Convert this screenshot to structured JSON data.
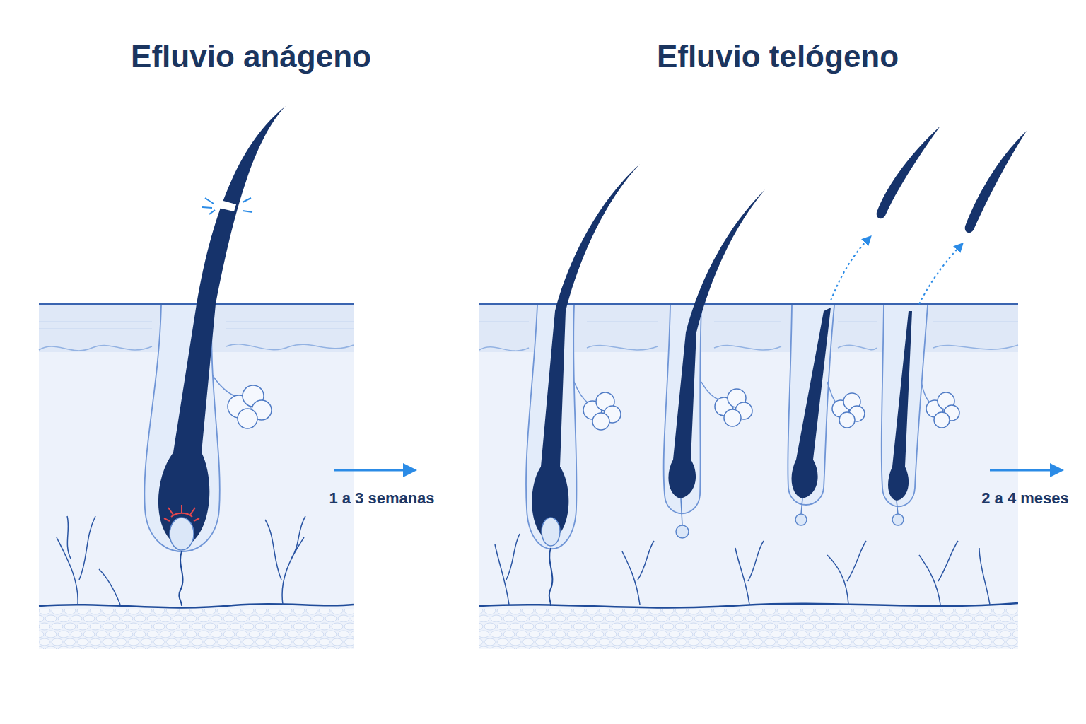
{
  "diagram": {
    "nodes": [
      {
        "text": [
          "Efluvio anágeno"
        ]
      },
      {
        "text": [
          "Efluvio telógeno"
        ]
      }
    ],
    "labels": [
      "1 a 3 semanas",
      "2 a 4 meses"
    ]
  }
}
